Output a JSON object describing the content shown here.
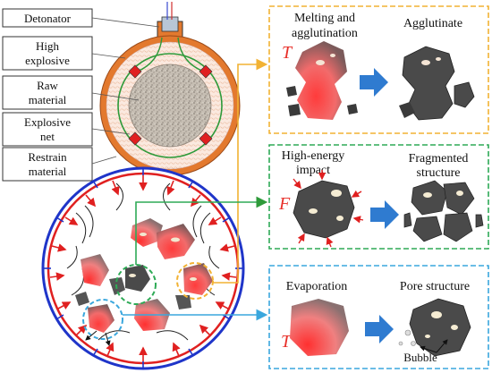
{
  "labels": {
    "detonator": "Detonator",
    "high_explosive": [
      "High",
      "explosive"
    ],
    "raw_material": [
      "Raw",
      "material"
    ],
    "explosive_net": [
      "Explosive",
      "net"
    ],
    "restrain_material": [
      "Restrain",
      "material"
    ]
  },
  "panels": [
    {
      "name": "melting",
      "left_title": [
        "Melting and",
        "agglutination"
      ],
      "right_title": [
        "Agglutinate"
      ],
      "symbol": "T",
      "border_color": "#f2b233"
    },
    {
      "name": "impact",
      "left_title": [
        "High-energy",
        "impact"
      ],
      "right_title": [
        "Fragmented",
        "structure"
      ],
      "symbol": "F",
      "border_color": "#2eaa56"
    },
    {
      "name": "evaporation",
      "left_title": [
        "Evaporation"
      ],
      "right_title": [
        "Pore structure"
      ],
      "symbol": "T",
      "bubble_label": "Bubble",
      "border_color": "#3aa7dd"
    }
  ],
  "colors": {
    "restrain_ring": "#e3792e",
    "explosive_fill": "#fbe7dc",
    "raw_material": "#bfb7ad",
    "net": "#2e9a3a",
    "arrow_blue": "#2f7bd0",
    "chamber_blue": "#1f35c9",
    "chamber_red": "#e02020",
    "particle_dark": "#4a4a4a",
    "hot_red": "#f04a4a"
  }
}
